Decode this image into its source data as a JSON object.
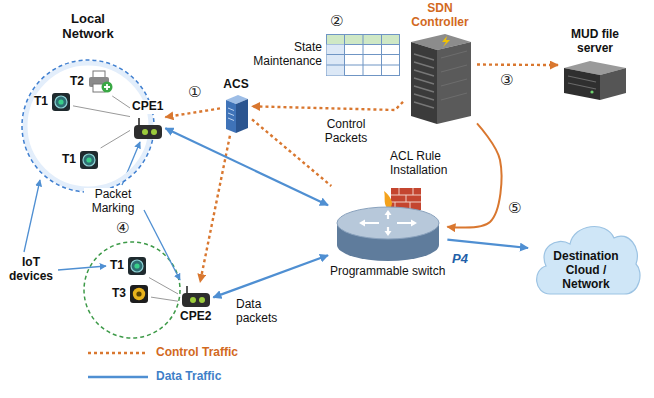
{
  "diagram": {
    "nodes": [
      {
        "text": [
          "Local Network"
        ]
      },
      {
        "text": [
          "T2"
        ],
        "in": 0
      },
      {
        "text": [
          "T1"
        ],
        "in": 0
      },
      {
        "text": [
          "T1"
        ],
        "in": 0
      },
      {
        "text": [
          "CPE1"
        ],
        "in": 0
      },
      {
        "text": [
          "ACS"
        ]
      },
      {
        "text": [
          "State Maintenance"
        ]
      },
      {
        "text": [
          "SDN Controller"
        ]
      },
      {
        "text": [
          "MUD file server"
        ]
      },
      {
        "text": [
          "Programmable switch"
        ]
      },
      {
        "text": [
          "Destination Cloud / Network"
        ]
      },
      {
        "text": [
          "T1"
        ]
      },
      {
        "text": [
          "T3"
        ]
      },
      {
        "text": [
          "CPE2"
        ]
      }
    ],
    "edges": [
      {
        "from": 4,
        "to": 1,
        "arrow": "none"
      },
      {
        "from": 4,
        "to": 2,
        "arrow": "none"
      },
      {
        "from": 4,
        "to": 3,
        "arrow": "none"
      },
      {
        "from": 5,
        "to": 4,
        "arrow": "to"
      },
      {
        "from": 7,
        "to": 5,
        "arrow": "to"
      },
      {
        "from": 7,
        "to": 8,
        "arrow": "to"
      },
      {
        "from": 7,
        "to": 9,
        "arrow": "to"
      },
      {
        "from": 5,
        "to": 9,
        "arrow": "none"
      },
      {
        "from": 5,
        "to": 13,
        "arrow": "to"
      },
      {
        "from": 4,
        "to": 9,
        "arrow": "both"
      },
      {
        "from": 13,
        "to": 9,
        "arrow": "both"
      },
      {
        "from": 9,
        "to": 10,
        "arrow": "to"
      },
      {
        "from": 13,
        "to": 11,
        "arrow": "none"
      },
      {
        "from": 13,
        "to": 12,
        "arrow": "none"
      }
    ],
    "labels": [
      "①",
      "②",
      "③",
      "④",
      "⑤",
      "Control Packets",
      "ACL Rule Installation",
      "Packet Marking",
      "IoT devices",
      "Data packets",
      "P4"
    ],
    "legend": [
      {
        "text": "Control Traffic"
      },
      {
        "text": "Data Traffic"
      }
    ]
  }
}
